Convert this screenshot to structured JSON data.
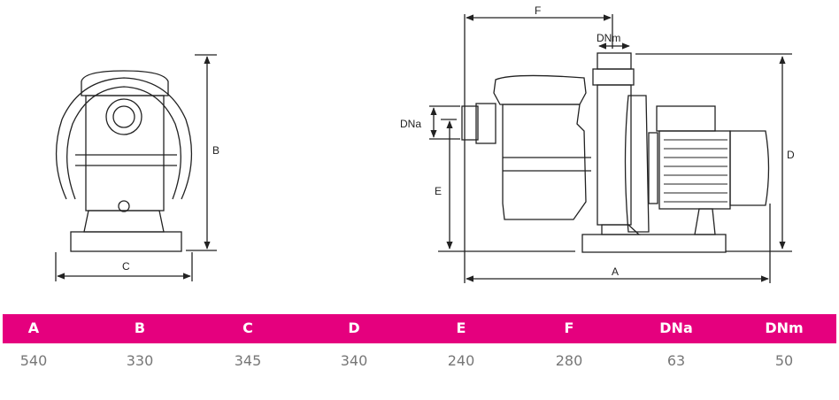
{
  "drawing_labels": {
    "a": "A",
    "b": "B",
    "c": "C",
    "d": "D",
    "e": "E",
    "f": "F",
    "dna": "DNa",
    "dnm": "DNm"
  },
  "table": {
    "headers": [
      "A",
      "B",
      "C",
      "D",
      "E",
      "F",
      "DNa",
      "DNm"
    ],
    "values": [
      "540",
      "330",
      "345",
      "340",
      "240",
      "280",
      "63",
      "50"
    ]
  },
  "colors": {
    "band": "#e5007e"
  }
}
